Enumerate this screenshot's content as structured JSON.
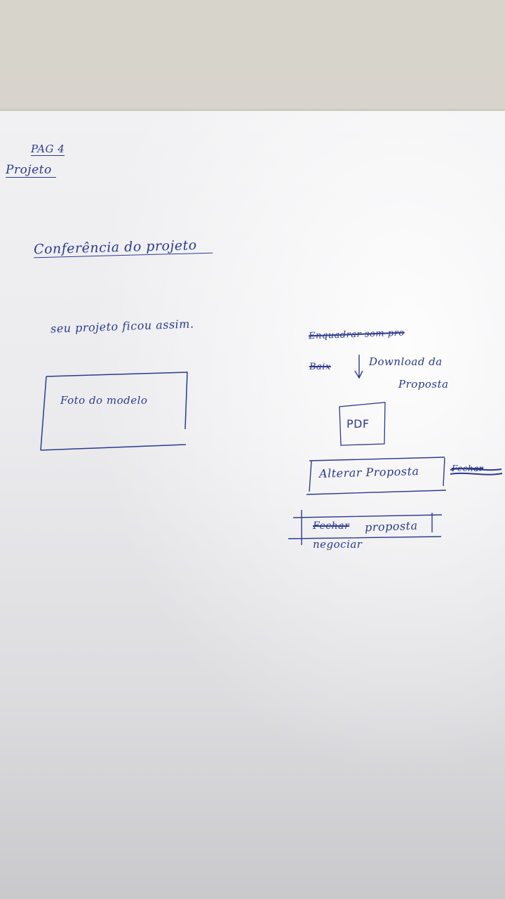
{
  "page_label": "PAG 4",
  "page_title": "Projeto",
  "section_title": "Conferência do projeto",
  "intro_text": "seu projeto ficou assim.",
  "photo_placeholder": "Foto do modelo",
  "struck_note": "Enquadrar som pro",
  "struck_button": "Baix",
  "download_label_line1": "Download da",
  "download_label_line2": "Proposta",
  "pdf_label": "PDF",
  "alter_proposal": "Alterar Proposta",
  "struck_side": "Fechar",
  "struck_fechar": "Fechar",
  "proposal_word": "proposta",
  "negotiate_word": "negociar"
}
